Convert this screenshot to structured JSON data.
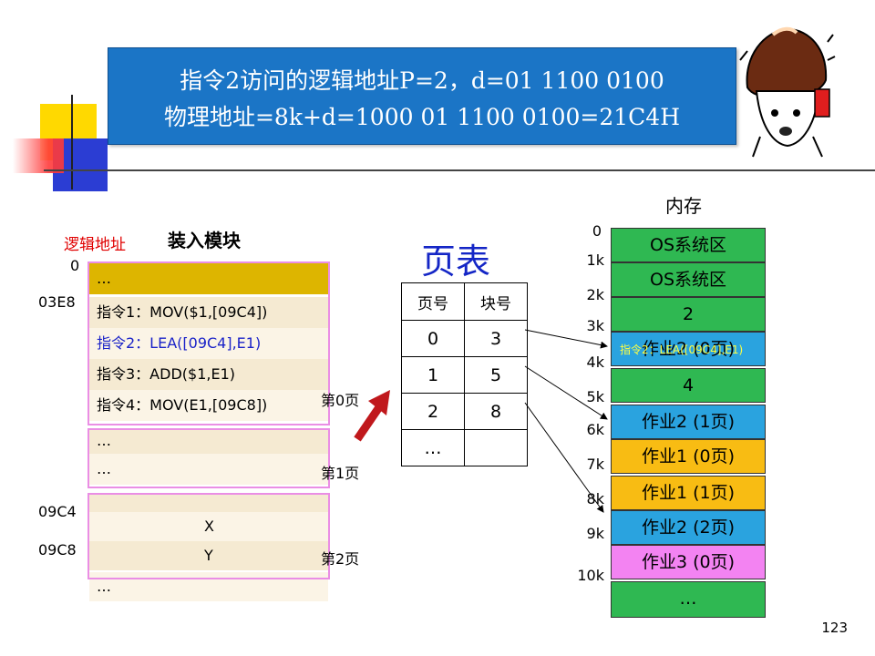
{
  "banner": {
    "line1": "指令2访问的逻辑地址P=2，d=01 1100 0100",
    "line2": "物理地址=8k+d=1000 01 1100 0100=21C4H"
  },
  "left": {
    "logical_label": "逻辑地址",
    "module_title": "装入模块",
    "addr_0": "0",
    "addr_03e8": "03E8",
    "addr_09c4": "09C4",
    "addr_09c8": "09C8",
    "rows": {
      "r0": "…",
      "r1": "指令1：MOV($1,[09C4])",
      "r2": "指令2：LEA([09C4],E1)",
      "r3": "指令3：ADD($1,E1)",
      "r4": "指令4：MOV(E1,[09C8])",
      "r5": "…",
      "r6": "…",
      "r7": "",
      "r8": "X",
      "r9": "Y",
      "r10": "…"
    },
    "page0": "第0页",
    "page1": "第1页",
    "page2": "第2页"
  },
  "page_table": {
    "title": "页表",
    "headers": [
      "页号",
      "块号"
    ],
    "rows": [
      [
        "0",
        "3"
      ],
      [
        "1",
        "5"
      ],
      [
        "2",
        "8"
      ],
      [
        "…",
        ""
      ]
    ]
  },
  "memory": {
    "title": "内存",
    "marks": [
      "0",
      "1k",
      "2k",
      "3k",
      "4k",
      "5k",
      "6k",
      "7k",
      "8k",
      "9k",
      "10k"
    ],
    "blocks": [
      "OS系统区",
      "OS系统区",
      "2",
      "作业2 (0页)",
      "4",
      "作业2 (1页)",
      "作业1 (0页)",
      "作业1 (1页)",
      "作业2 (2页)",
      "作业3 (0页)",
      "…"
    ],
    "overlay": "指令2：LEA([09C4],E1)",
    "colors": {
      "green": "#2fb852",
      "blue": "#2aa3df",
      "orange": "#f8bc13",
      "pink": "#f383f2"
    }
  },
  "slide_number": "123"
}
